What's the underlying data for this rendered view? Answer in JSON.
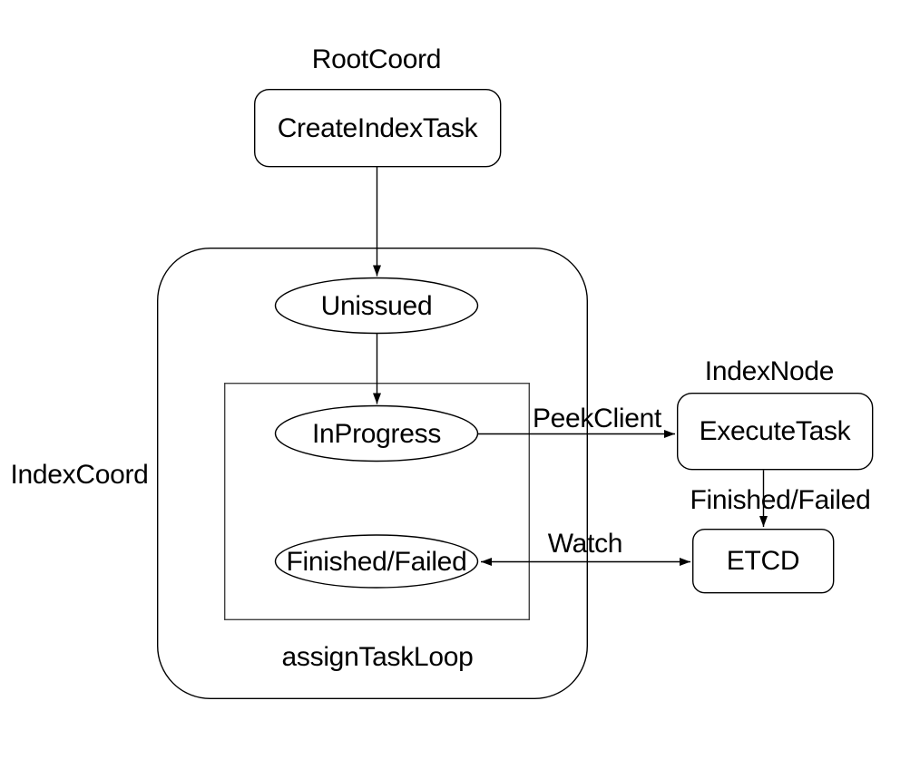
{
  "diagram": {
    "containers": {
      "root_coord_label": "RootCoord",
      "index_coord_label": "IndexCoord",
      "index_node_label": "IndexNode",
      "assign_task_loop_label": "assignTaskLoop"
    },
    "nodes": {
      "create_index_task": "CreateIndexTask",
      "unissued": "Unissued",
      "in_progress": "InProgress",
      "finished_failed": "Finished/Failed",
      "execute_task": "ExecuteTask",
      "etcd": "ETCD"
    },
    "edges": [
      {
        "from": "CreateIndexTask",
        "to": "Unissued",
        "label": "",
        "bidirectional": false
      },
      {
        "from": "Unissued",
        "to": "InProgress",
        "label": "",
        "bidirectional": false
      },
      {
        "from": "InProgress",
        "to": "ExecuteTask",
        "label": "PeekClient",
        "bidirectional": false
      },
      {
        "from": "ExecuteTask",
        "to": "ETCD",
        "label": "Finished/Failed",
        "bidirectional": false
      },
      {
        "from": "ETCD",
        "to": "Finished/Failed",
        "label": "Watch",
        "bidirectional": true
      }
    ],
    "colors": {
      "background": "#ffffff",
      "stroke": "#000000",
      "inner_loop_stroke": "#424242",
      "text": "#000000"
    }
  }
}
